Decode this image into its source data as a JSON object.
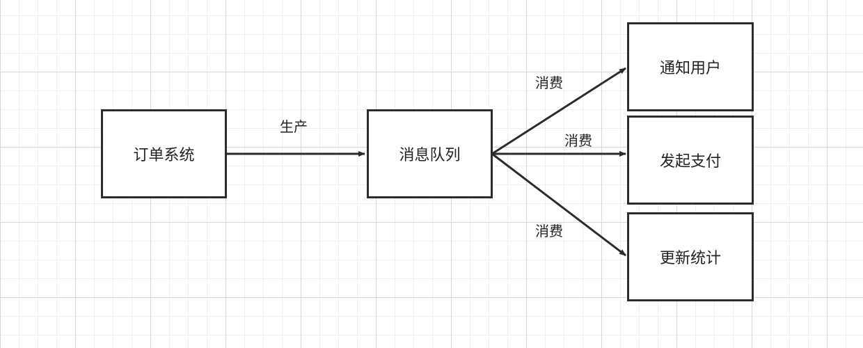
{
  "colors": {
    "stroke": "#2b2b2b",
    "text": "#222222",
    "grid": "#d8d8d8"
  },
  "nodes": {
    "order_system": "订单系统",
    "message_queue": "消息队列",
    "notify_user": "通知用户",
    "initiate_payment": "发起支付",
    "update_stats": "更新统计"
  },
  "edges": {
    "produce": "生产",
    "consume_notify": "消费",
    "consume_payment": "消费",
    "consume_stats": "消费"
  }
}
